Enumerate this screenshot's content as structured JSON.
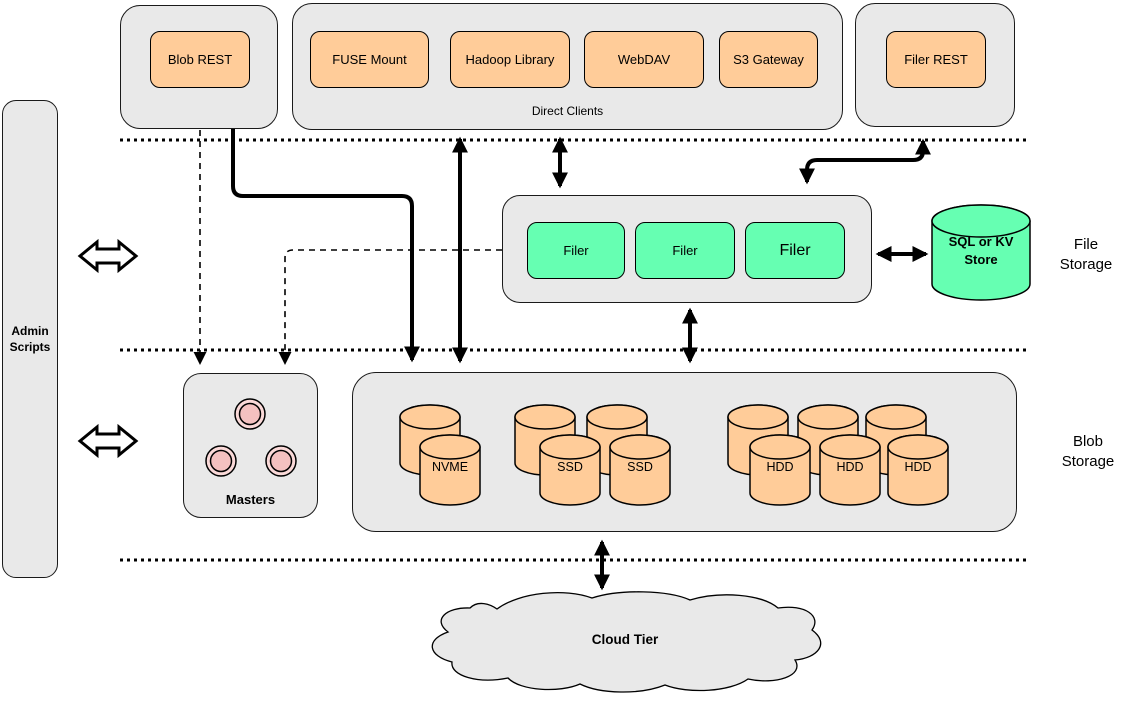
{
  "colors": {
    "container_grey": "#e9e9e9",
    "node_orange": "#ffcc99",
    "node_green": "#66ffb2",
    "master_pink_outer": "#fad9d8",
    "master_pink_inner": "#f4c1c0",
    "line_black": "#000000"
  },
  "top_row": {
    "blob_rest_label": "Blob REST",
    "direct_clients": {
      "caption": "Direct Clients",
      "items": [
        {
          "label": "FUSE Mount"
        },
        {
          "label": "Hadoop Library"
        },
        {
          "label": "WebDAV"
        },
        {
          "label": "S3 Gateway"
        }
      ]
    },
    "filer_rest_label": "Filer REST"
  },
  "admin": {
    "label": "Admin\nScripts"
  },
  "file_storage": {
    "section_label": "File\nStorage",
    "filers": [
      {
        "label": "Filer"
      },
      {
        "label": "Filer"
      },
      {
        "label": "Filer"
      }
    ],
    "store_label": "SQL or KV\nStore"
  },
  "blob_storage": {
    "section_label": "Blob\nStorage",
    "masters_label": "Masters",
    "masters_node_count": 3,
    "volume_groups": [
      {
        "type": "NVME",
        "cylinder_count": 2
      },
      {
        "type": "SSD",
        "cylinder_count": 4
      },
      {
        "type": "HDD",
        "cylinder_count": 6
      }
    ],
    "nvme_label": "NVME",
    "ssd_label": "SSD",
    "hdd_label": "HDD"
  },
  "cloud": {
    "label": "Cloud Tier"
  }
}
